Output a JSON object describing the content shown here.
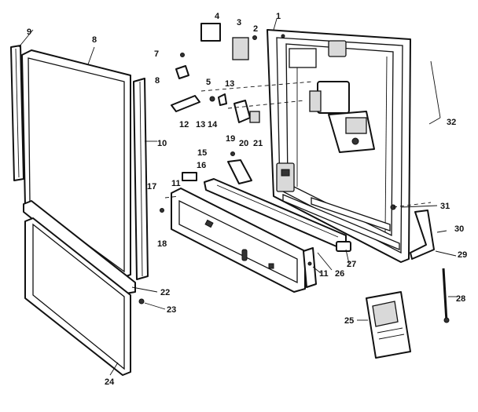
{
  "callouts": {
    "c1": "1",
    "c2": "2",
    "c3": "3",
    "c4": "4",
    "c5": "5",
    "c7": "7",
    "c8": "8",
    "c8b": "8",
    "c9": "9",
    "c10": "10",
    "c11a": "11",
    "c11b": "11",
    "c12": "12",
    "c13a": "13",
    "c13b": "13",
    "c14": "14",
    "c15": "15",
    "c16": "16",
    "c17": "17",
    "c18": "18",
    "c19": "19",
    "c20": "20",
    "c21": "21",
    "c22": "22",
    "c23": "23",
    "c24": "24",
    "c25": "25",
    "c26": "26",
    "c27": "27",
    "c28": "28",
    "c29": "29",
    "c30": "30",
    "c31": "31",
    "c32": "32"
  }
}
